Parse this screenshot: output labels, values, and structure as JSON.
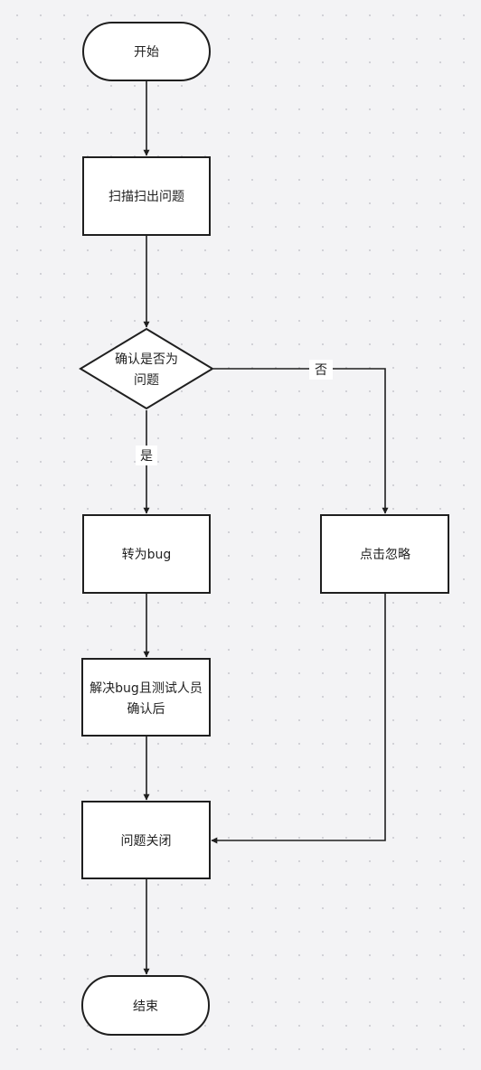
{
  "flowchart": {
    "nodes": {
      "start": {
        "label": "开始"
      },
      "scan": {
        "label": "扫描扫出问题"
      },
      "decision": {
        "label_lines": [
          "确认是否为",
          "问题"
        ]
      },
      "to_bug": {
        "label": "转为bug"
      },
      "ignore": {
        "label": "点击忽略"
      },
      "resolve": {
        "label_lines": [
          "解决bug且测试人员",
          "确认后"
        ]
      },
      "close": {
        "label": "问题关闭"
      },
      "end": {
        "label": "结束"
      }
    },
    "edges": {
      "yes_label": "是",
      "no_label": "否"
    }
  }
}
